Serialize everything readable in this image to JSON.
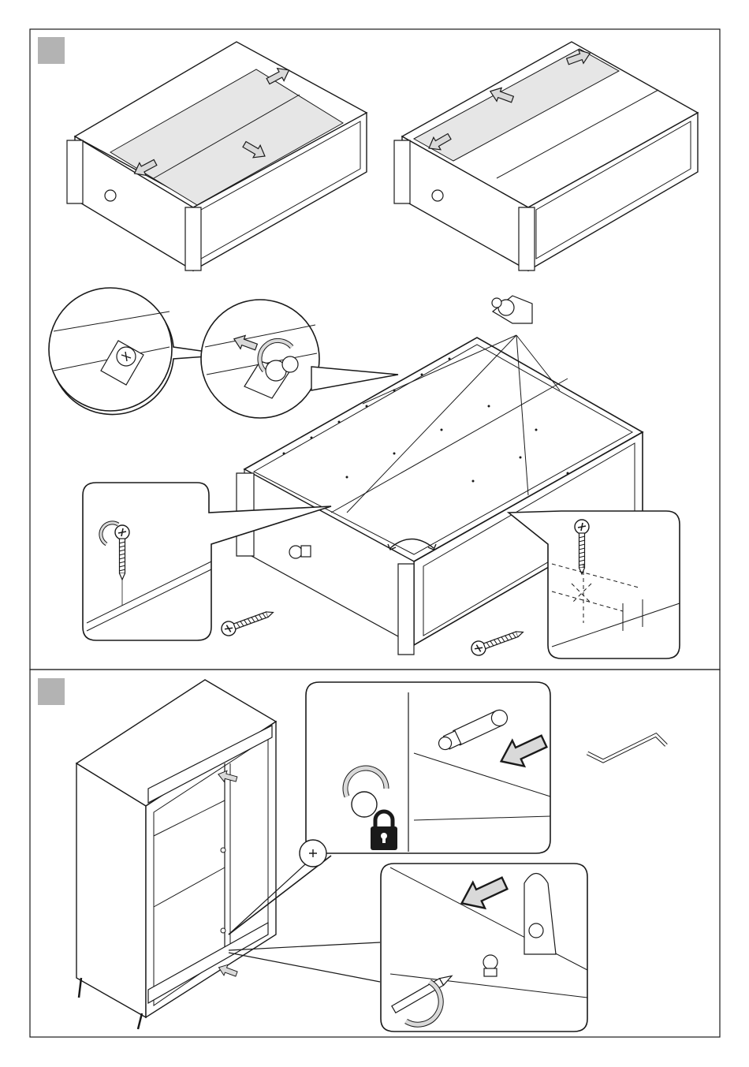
{
  "document": {
    "type": "assembly-instructions",
    "steps": [
      {
        "number_badge_color": "#b3b3b3",
        "number_label": "",
        "illustrations": [
          "cabinet-body-back-panel-insert-left",
          "cabinet-body-back-panel-insert-right",
          "plastic-connector-detail-zoom",
          "cabinet-body-connector-placement",
          "screw-detail-zoom-left",
          "screw-detail-zoom-right",
          "screw-part-left",
          "screw-part-right"
        ]
      },
      {
        "number_badge_color": "#b3b3b3",
        "number_label": "",
        "illustrations": [
          "wardrobe-assembled-view",
          "cam-lock-detail-zoom",
          "cam-lock-bolt-detail-zoom",
          "allen-key-tool"
        ]
      }
    ],
    "icons": {
      "lock": "padlock-icon",
      "rotate": "rotation-arrow-icon",
      "insert": "insert-arrow-icon"
    },
    "colors": {
      "line": "#1a1a1a",
      "panel_fill": "#e6e6e6",
      "arrow_fill": "#d9d9d9",
      "badge": "#b3b3b3"
    }
  }
}
